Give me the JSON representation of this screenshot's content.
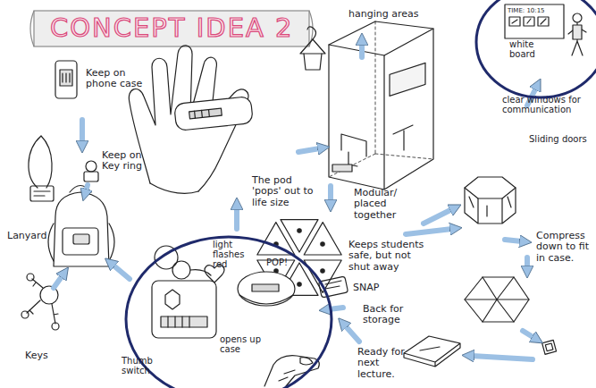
{
  "diagram": {
    "title": "CONCEPT IDEA 2",
    "nodes": [
      {
        "text": [
          "TIME: 10:15",
          "white board"
        ]
      },
      {
        "text": [
          "light flashes red",
          "POP!",
          "opens up case",
          "Thumb switch"
        ]
      }
    ],
    "labels": [
      "Keep on phone case",
      "Keep on Key ring",
      "Lanyard",
      "Keys",
      "hanging areas",
      "clear windows for communication",
      "Sliding doors",
      "The pod 'pops' out to life size",
      "Modular/ placed together",
      "Keeps students safe, but not shut away",
      "Compress down to fit in case.",
      "SNAP",
      "Back for storage",
      "Ready for next lecture."
    ]
  }
}
